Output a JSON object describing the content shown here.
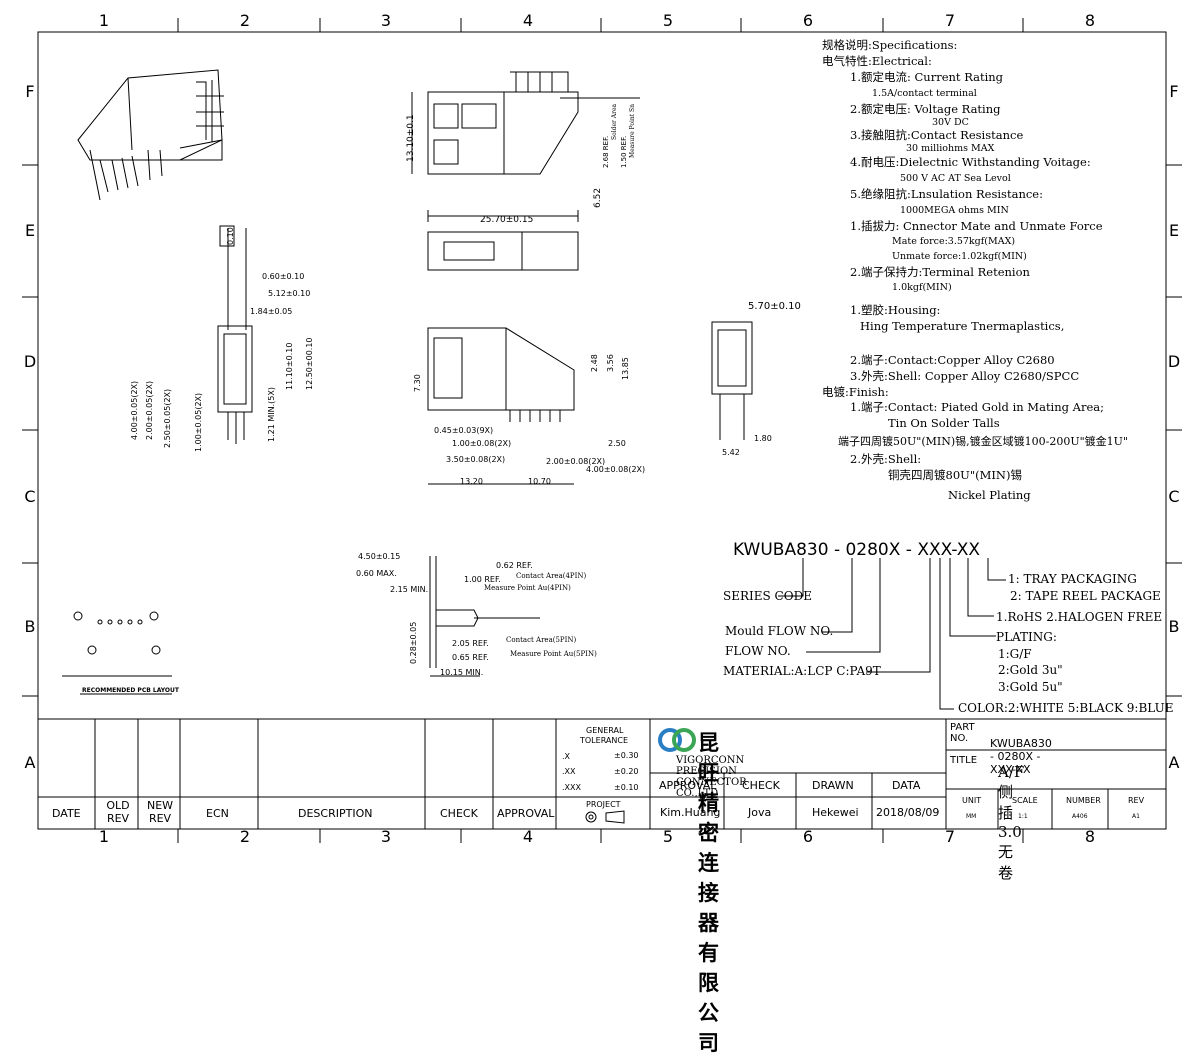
{
  "frame": {
    "col_numbers": [
      "1",
      "2",
      "3",
      "4",
      "5",
      "6",
      "7",
      "8"
    ],
    "row_letters": [
      "F",
      "E",
      "D",
      "C",
      "B",
      "A"
    ]
  },
  "spec": {
    "lines": [
      "规格说明:Specifications:",
      "电气特性:Electrical:",
      "1.额定电流: Current Rating",
      "1.5A/contact terminal",
      "2.额定电压: Voltage Rating",
      "30V DC",
      "3.接触阻抗:Contact Resistance",
      "30 milliohms MAX",
      "4.耐电压:Dielectnic Withstanding Voitage:",
      "500 V AC AT Sea Levol",
      "5.绝缘阻抗:Lnsulation Resistance:",
      "1000MEGA ohms MIN",
      "1.插拔力: Cnnector Mate and Unmate Force",
      "Mate force:3.57kgf(MAX)",
      "Unmate force:1.02kgf(MIN)",
      "2.端子保持力:Terminal Retenion",
      "1.0kgf(MIN)",
      "1.塑胶:Housing:",
      "Hing Temperature  Tnermaplastics,",
      "2.端子:Contact:Copper Alloy C2680",
      "3.外壳:Shell: Copper Alloy C2680/SPCC",
      "电镀:Finish:",
      "1.端子:Contact: Piated Gold in Mating Area;",
      "Tin On Solder Talls",
      "端子四周镀50U\"(MIN)锡,镀金区域镀100-200U\"镀金1U\"",
      "2.外壳:Shell:",
      "铜壳四周镀80U\"(MIN)锡",
      "Nickel Plating"
    ]
  },
  "part_code": {
    "code": "KWUBA830 - 0280X - XXX-XX",
    "series": "SERIES CODE",
    "mould": "Mould FLOW NO.",
    "flow": "FLOW NO.",
    "material": "MATERIAL:A:LCP C:PA9T",
    "packaging1": "1: TRAY PACKAGING",
    "packaging2": "2: TAPE REEL PACKAGE",
    "rohs": "1.RoHS  2.HALOGEN FREE",
    "plating": "PLATING:",
    "plating1": "1:G/F",
    "plating2": "2:Gold 3u\"",
    "plating3": "3:Gold 5u\"",
    "color": "COLOR:2:WHITE 5:BLACK 9:BLUE"
  },
  "dims": {
    "d13": "13.10±0.1",
    "d2_68": "2.68 REF.",
    "d1_50": "1.50 REF.",
    "solder_area": "Solder Area",
    "measure_point_sn": "Measure Point Sn",
    "d25_70": "25.70±0.15",
    "d6_52": "6.52",
    "d0_10": "0.10",
    "d0_60": "0.60±0.10",
    "d5_12": "5.12±0.10",
    "d1_84": "1.84±0.05",
    "d4_00": "4.00±0.05(2X)",
    "d2_00": "2.00±0.05(2X)",
    "d2_50": "2.50±0.05(2X)",
    "d1_00": "1.00±0.05(2X)",
    "d1_21": "1.21 MIN.(5X)",
    "d11_10": "11.10±0.10",
    "d12_50": "12.50±00.10",
    "d5_70": "5.70±0.10",
    "d7_30": "7.30",
    "d0_45": "0.45±0.03(9X)",
    "d1_00b": "1.00±0.08(2X)",
    "d3_50": "3.50±0.08(2X)",
    "d2_00b": "2.00±0.08(2X)",
    "d4_00b": "4.00±0.08(2X)",
    "d13_20": "13.20",
    "d10_70": "10.70",
    "d2_48": "2.48",
    "d3_56": "3.56",
    "d13_85": "13.85",
    "d2_50b": "2.50",
    "d1_80": "1.80",
    "d5_42": "5.42",
    "d4_50": "4.50±0.15",
    "d0_60max": "0.60 MAX.",
    "d2_15": "2.15 MIN.",
    "d0_62": "0.62 REF.",
    "d1_00ref": "1.00 REF.",
    "contact4": "Contact Area(4PIN)",
    "measure4": "Measure Point Au(4PIN)",
    "d2_05": "2.05 REF.",
    "d0_65": "0.65 REF.",
    "contact5": "Contact Area(5PIN)",
    "measure5": "Measure Point Au(5PIN)",
    "d10_15": "10.15 MIN.",
    "d0_28": "0.28±0.05",
    "pcb_label": "RECOMMENDED PCB LAYOUT"
  },
  "titleblock": {
    "general": "GENERAL",
    "tolerance": "TOLERANCE",
    "tol_x": ".X",
    "tol_x_v": "±0.30",
    "tol_xx": ".XX",
    "tol_xx_v": "±0.20",
    "tol_xxx": ".XXX",
    "tol_xxx_v": "±0.10",
    "company_cn": "昆旺精密连接器有限公司",
    "company_en": "VIGORCONN PRECISION CONNECTOR CO.,LTD",
    "part_no_label": "PART NO.",
    "part_no": "KWUBA830 - 0280X - XXX-XX",
    "title_label": "TITLE",
    "title": "A/F侧插3.0无卷",
    "approval": "APPROVAL",
    "check": "CHECK",
    "drawn": "DRAWN",
    "data": "DATA",
    "approval_v": "Kim.Huang",
    "check_v": "Jova",
    "drawn_v": "Hekewei",
    "data_v": "2018/08/09",
    "unit": "UNIT",
    "scale": "SCALE",
    "number": "NUMBER",
    "rev": "REV",
    "unit_v": "MM",
    "scale_v": "1:1",
    "number_v": "A406",
    "rev_v": "A1",
    "project": "PROJECT",
    "date_h": "DATE",
    "oldrev_h": "OLD REV",
    "newrev_h": "NEW REV",
    "ecn_h": "ECN",
    "desc_h": "DESCRIPTION",
    "check_h": "CHECK",
    "approval_h": "APPROVAL"
  }
}
